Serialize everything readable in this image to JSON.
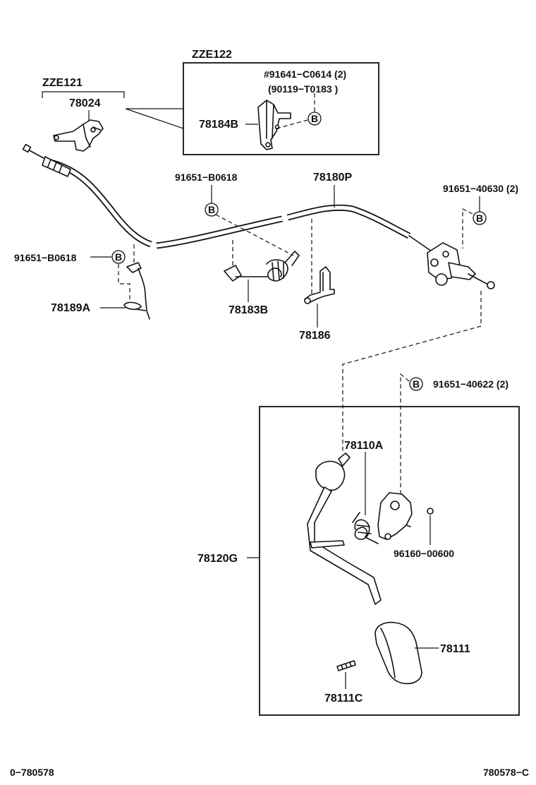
{
  "diagram": {
    "variant_zze121": "ZZE121",
    "variant_zze122": "ZZE122",
    "labels": {
      "p78024": "78024",
      "p91641": "#91641−C0614 (2)",
      "p90119": "(90119−T0183 )",
      "p78184B": "78184B",
      "p91651_B0618_top": "91651−B0618",
      "p78180P": "78180P",
      "p91651_40630": "91651−40630 (2)",
      "p91651_B0618_left": "91651−B0618",
      "p78189A": "78189A",
      "p78183B": "78183B",
      "p78186": "78186",
      "p91651_40622": "91651−40622 (2)",
      "p78110A": "78110A",
      "p78120G": "78120G",
      "p96160": "96160−00600",
      "p78111": "78111",
      "p78111C": "78111C"
    },
    "callout_letter": "B",
    "footer_left": "0−780578",
    "footer_right": "780578−C"
  }
}
